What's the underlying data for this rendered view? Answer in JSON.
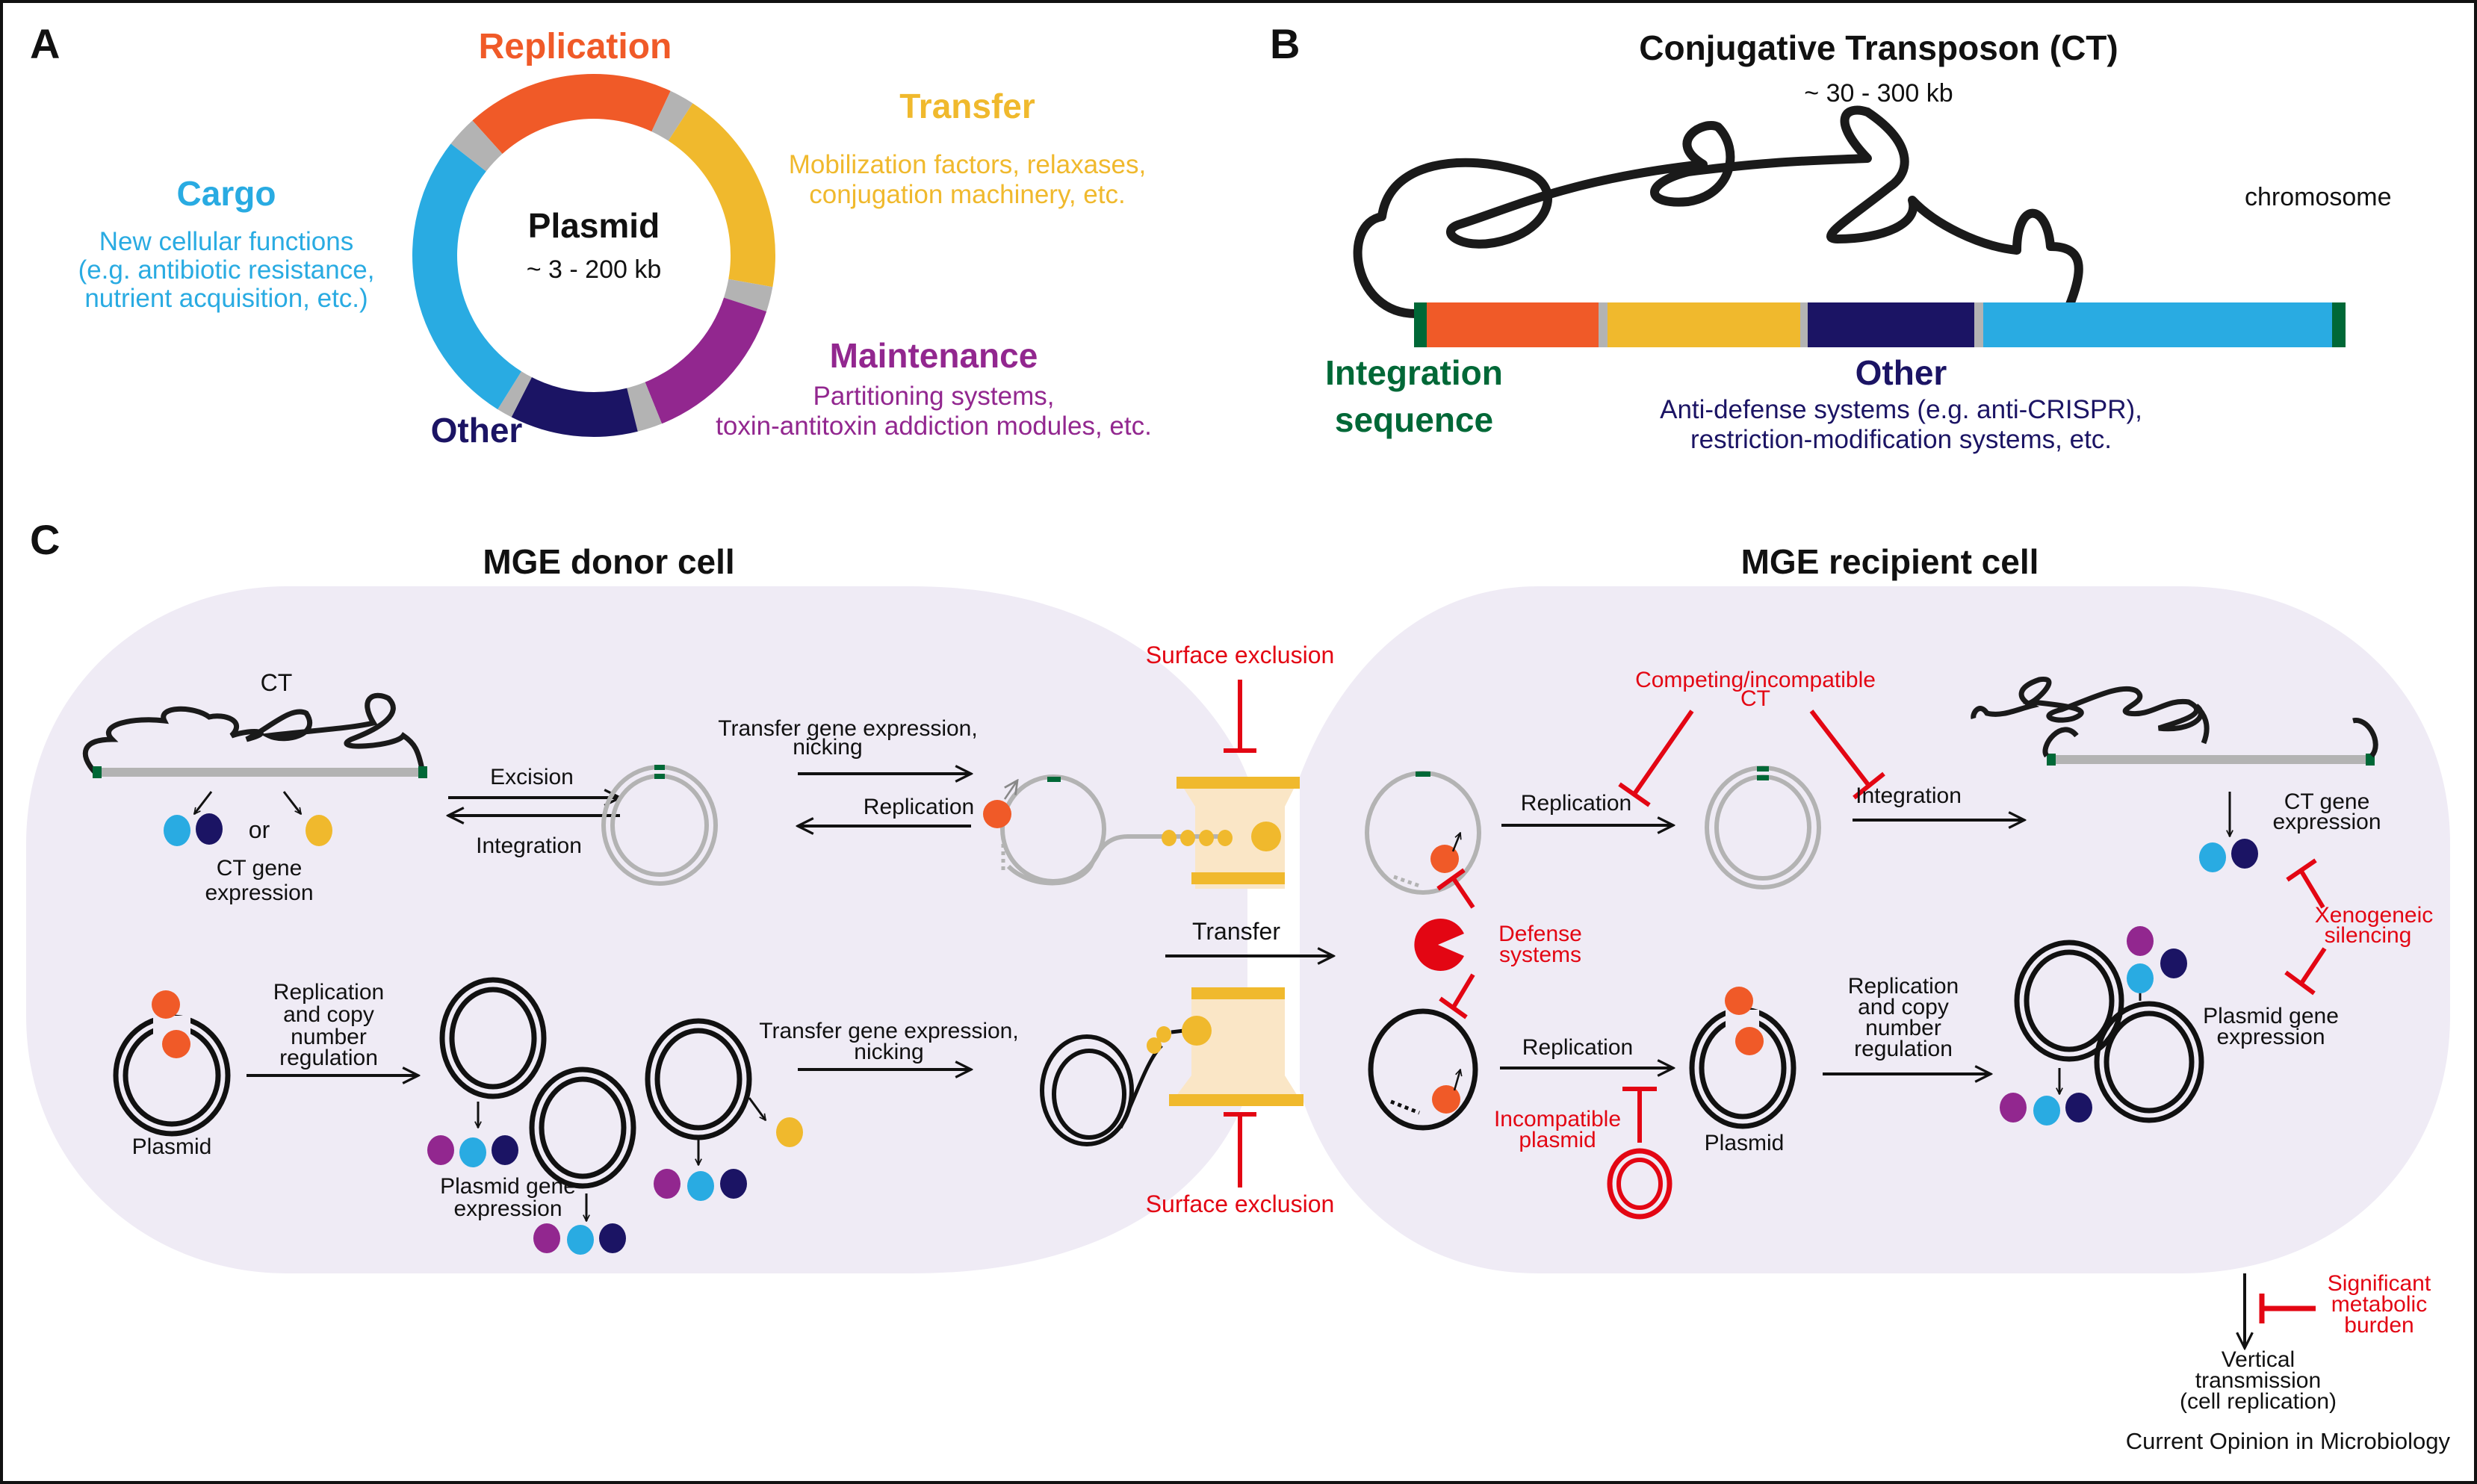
{
  "colors": {
    "replication": "#f05a28",
    "transfer": "#f0b92d",
    "maintenance": "#92278f",
    "other": "#1b1464",
    "cargo": "#29abe2",
    "integration": "#006837",
    "spacer": "#b3b3b3",
    "cell_bg": "#efebf5",
    "inhibit": "#e30613",
    "channel_light": "#fae6c6"
  },
  "panelA": {
    "label": "A",
    "center_title": "Plasmid",
    "center_size": "~ 3 - 200 kb",
    "replication": {
      "title": "Replication"
    },
    "transfer": {
      "title": "Transfer",
      "desc1": "Mobilization factors, relaxases,",
      "desc2": "conjugation machinery, etc."
    },
    "cargo": {
      "title": "Cargo",
      "desc1": "New cellular functions",
      "desc2": "(e.g. antibiotic resistance,",
      "desc3": "nutrient acquisition, etc.)"
    },
    "maintenance": {
      "title": "Maintenance",
      "desc1": "Partitioning systems,",
      "desc2": "toxin-antitoxin addiction modules, etc."
    },
    "other": {
      "title": "Other"
    }
  },
  "panelB": {
    "label": "B",
    "title": "Conjugative Transposon (CT)",
    "size": "~ 30 - 300 kb",
    "chromosome": "chromosome",
    "integration1": "Integration",
    "integration2": "sequence",
    "other_title": "Other",
    "other_desc1": "Anti-defense systems (e.g. anti-CRISPR),",
    "other_desc2": "restriction-modification systems, etc."
  },
  "panelC": {
    "label": "C",
    "donor_title": "MGE donor cell",
    "recipient_title": "MGE recipient cell",
    "donor": {
      "ct": "CT",
      "or": "or",
      "ct_gene1": "CT gene",
      "ct_gene2": "expression",
      "excision": "Excision",
      "integration": "Integration",
      "transfer_expr1": "Transfer gene expression,",
      "transfer_expr2": "nicking",
      "replication": "Replication",
      "plasmid": "Plasmid",
      "rep_copy1": "Replication",
      "rep_copy2": "and copy",
      "rep_copy3": "number",
      "rep_copy4": "regulation",
      "plasmid_gene1": "Plasmid gene",
      "plasmid_gene2": "expression",
      "transfer_expr_b1": "Transfer gene expression,",
      "transfer_expr_b2": "nicking"
    },
    "channel": {
      "surface_exclusion_top": "Surface exclusion",
      "surface_exclusion_bottom": "Surface exclusion",
      "transfer": "Transfer"
    },
    "recipient": {
      "competing1": "Competing/incompatible",
      "competing2": "CT",
      "replication_top": "Replication",
      "integration": "Integration",
      "ct_gene1": "CT gene",
      "ct_gene2": "expression",
      "defense1": "Defense",
      "defense2": "systems",
      "xeno1": "Xenogeneic",
      "xeno2": "silencing",
      "replication_bottom": "Replication",
      "incompat1": "Incompatible",
      "incompat2": "plasmid",
      "plasmid": "Plasmid",
      "rep_copy1": "Replication",
      "rep_copy2": "and copy",
      "rep_copy3": "number",
      "rep_copy4": "regulation",
      "plasmid_gene1": "Plasmid gene",
      "plasmid_gene2": "expression"
    },
    "vertical": {
      "burden1": "Significant",
      "burden2": "metabolic",
      "burden3": "burden",
      "vt1": "Vertical",
      "vt2": "transmission",
      "vt3": "(cell replication)"
    }
  },
  "footer": "Current Opinion in Microbiology"
}
